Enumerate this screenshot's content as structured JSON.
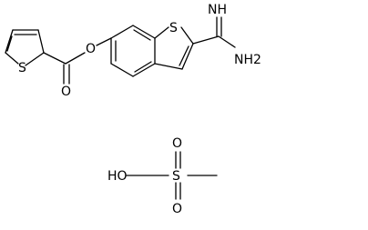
{
  "structure": {
    "atoms": {
      "s_thiophene": "S",
      "o_carbonyl": "O",
      "o_ester": "O",
      "s_benzothiophene": "S",
      "nh_imine": "NH",
      "nh2_amine": "NH2",
      "ho_acid": "HO",
      "s_sulfonyl": "S",
      "o_sulfonyl_top": "O",
      "o_sulfonyl_bottom": "O"
    }
  }
}
